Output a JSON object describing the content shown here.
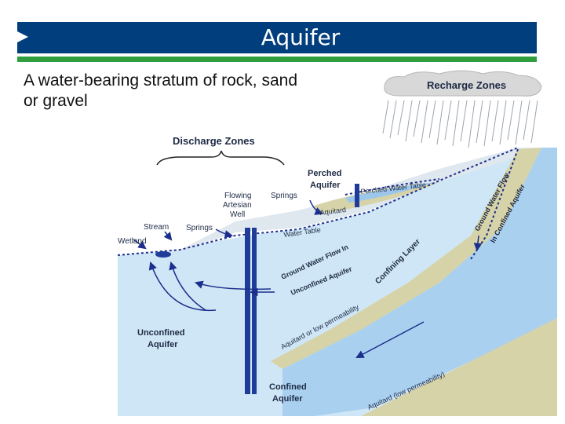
{
  "slide": {
    "title": "Aquifer",
    "subtitle": "A water-bearing stratum of rock, sand or gravel"
  },
  "diagram": {
    "recharge_zones": "Recharge Zones",
    "discharge_zones": "Discharge Zones",
    "perched_aquifer_1": "Perched",
    "perched_aquifer_2": "Aquifer",
    "perched_water_table": "Perched Water Table",
    "aquitard": "Aquitard",
    "springs_upper": "Springs",
    "flowing_artesian_1": "Flowing",
    "flowing_artesian_2": "Artesian",
    "flowing_artesian_3": "Well",
    "stream": "Stream",
    "springs_lower": "Springs",
    "wetland": "Wetland",
    "water_table": "Water Table",
    "gw_flow_unconfined_1": "Ground Water Flow In",
    "gw_flow_unconfined_2": "Unconfined Aquifer",
    "confining_layer": "Confining Layer",
    "gw_flow_confined_1": "Ground Water Flow",
    "gw_flow_confined_2": "In Confined Aquifer",
    "aquitard_low_perm_1": "Aquitard or low permeability",
    "aquitard_low_perm_2": "Aquitard (low permeability)",
    "unconfined_aquifer_1": "Unconfined",
    "unconfined_aquifer_2": "Aquifer",
    "confined_aquifer_1": "Confined",
    "confined_aquifer_2": "Aquifer"
  },
  "colors": {
    "title_bar": "#003e7e",
    "accent_line": "#2e9e3e",
    "water_light": "#cfe6f6",
    "water_mid": "#a9d0ef",
    "confining_layer": "#d7d3a8",
    "arrow": "#1c2f8c"
  }
}
